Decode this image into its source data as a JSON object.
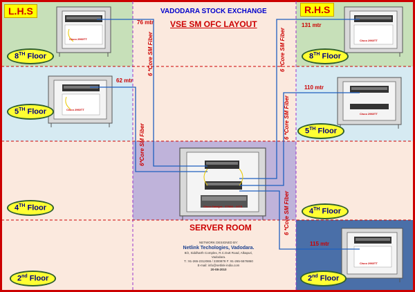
{
  "header": {
    "org": "VADODARA  STOCK  EXCHANGE",
    "title": "VSE SM OFC LAYOUT"
  },
  "sides": {
    "left": "L.H.S",
    "right": "R.H.S"
  },
  "floors": {
    "f8": {
      "num": "8",
      "sup": "TH",
      "word": "Floor"
    },
    "f5": {
      "num": "5",
      "sup": "TH",
      "word": "Floor"
    },
    "f4": {
      "num": "4",
      "sup": "TH",
      "word": "Floor"
    },
    "f2": {
      "num": "2",
      "sup": "nd",
      "word": "Floor"
    }
  },
  "distances": {
    "l8": "76 mtr",
    "l5": "62 mtr",
    "r8": "131 mtr",
    "r5": "110 mtr",
    "r2": "115 mtr"
  },
  "fiber_label": "6 *Core SM Fiber",
  "fiber_label_alt": "6 *Core SM Fiber",
  "fiber_label_short": "6*Core SM Fiber",
  "switch_label": "Cisco 2960TT",
  "core_switch_label": "Cisco Catalyst - 3750G - 24TS",
  "server_room": "SERVER ROOM",
  "credits": {
    "designed_by": "NETWORK DESIGNED BY:",
    "company": "Netlink Techologies, Vadodara.",
    "address": "8/2, Siddharth Complex, R.C.Dutt Road, Alkapuri, Vadodara.",
    "phone": "T.: 91-265-2312065 / 2300878 F: 91-265-5576860",
    "email": "E-mail: info@netlink-india.com",
    "date": "20-08-2010"
  },
  "colors": {
    "grid_red": "#cc0000",
    "fiber_blue": "#1f5fbf",
    "left_top": "#c7e0b9",
    "left_mid": "#d6eaf2",
    "center": "#bfb3da",
    "right_bottom": "#4a6fa8"
  }
}
